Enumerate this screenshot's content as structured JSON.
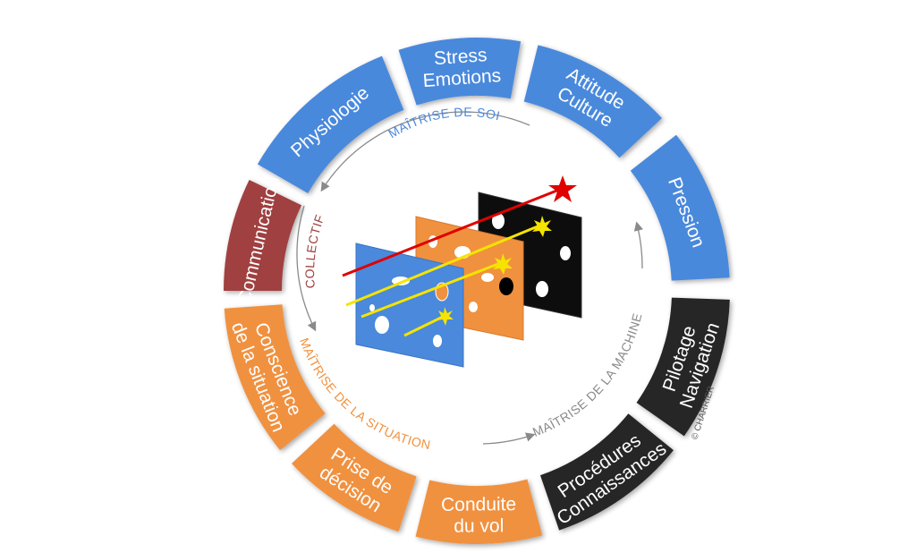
{
  "colors": {
    "blue": "#4a89dc",
    "red": "#a0413f",
    "orange": "#f0913f",
    "black": "#262626",
    "arrow": "#8a8a8a",
    "laser": "#e00000",
    "spark": "#f5e400"
  },
  "segments": [
    {
      "id": "physiologie",
      "lines": [
        "Physiologie"
      ],
      "color": "blue"
    },
    {
      "id": "stress",
      "lines": [
        "Stress",
        "Emotions"
      ],
      "color": "blue"
    },
    {
      "id": "attitude",
      "lines": [
        "Attitude",
        "Culture"
      ],
      "color": "blue"
    },
    {
      "id": "pression",
      "lines": [
        "Pression"
      ],
      "color": "blue"
    },
    {
      "id": "pilotage",
      "lines": [
        "Pilotage",
        "Navigation"
      ],
      "color": "black"
    },
    {
      "id": "procedures",
      "lines": [
        "Procédures",
        "Connaissances"
      ],
      "color": "black"
    },
    {
      "id": "conduite",
      "lines": [
        "Conduite",
        "du vol"
      ],
      "color": "orange"
    },
    {
      "id": "prise",
      "lines": [
        "Prise de",
        "décision"
      ],
      "color": "orange"
    },
    {
      "id": "conscience",
      "lines": [
        "Conscience",
        "de la situation"
      ],
      "color": "orange"
    },
    {
      "id": "communication",
      "lines": [
        "Communication"
      ],
      "color": "red"
    }
  ],
  "categories": [
    {
      "id": "maitrise-soi",
      "text": "MAÎTRISE DE SOI",
      "color": "blue"
    },
    {
      "id": "collectif",
      "text": "COLLECTIF",
      "color": "red"
    },
    {
      "id": "maitrise-situation",
      "text": "MAÎTRISE DE LA SITUATION",
      "color": "orange"
    },
    {
      "id": "maitrise-machine",
      "text": "MAÎTRISE DE LA MACHINE",
      "color": "arrow"
    }
  ],
  "copyright": "© CHARRIER",
  "center_icon": "swiss-cheese-layers"
}
